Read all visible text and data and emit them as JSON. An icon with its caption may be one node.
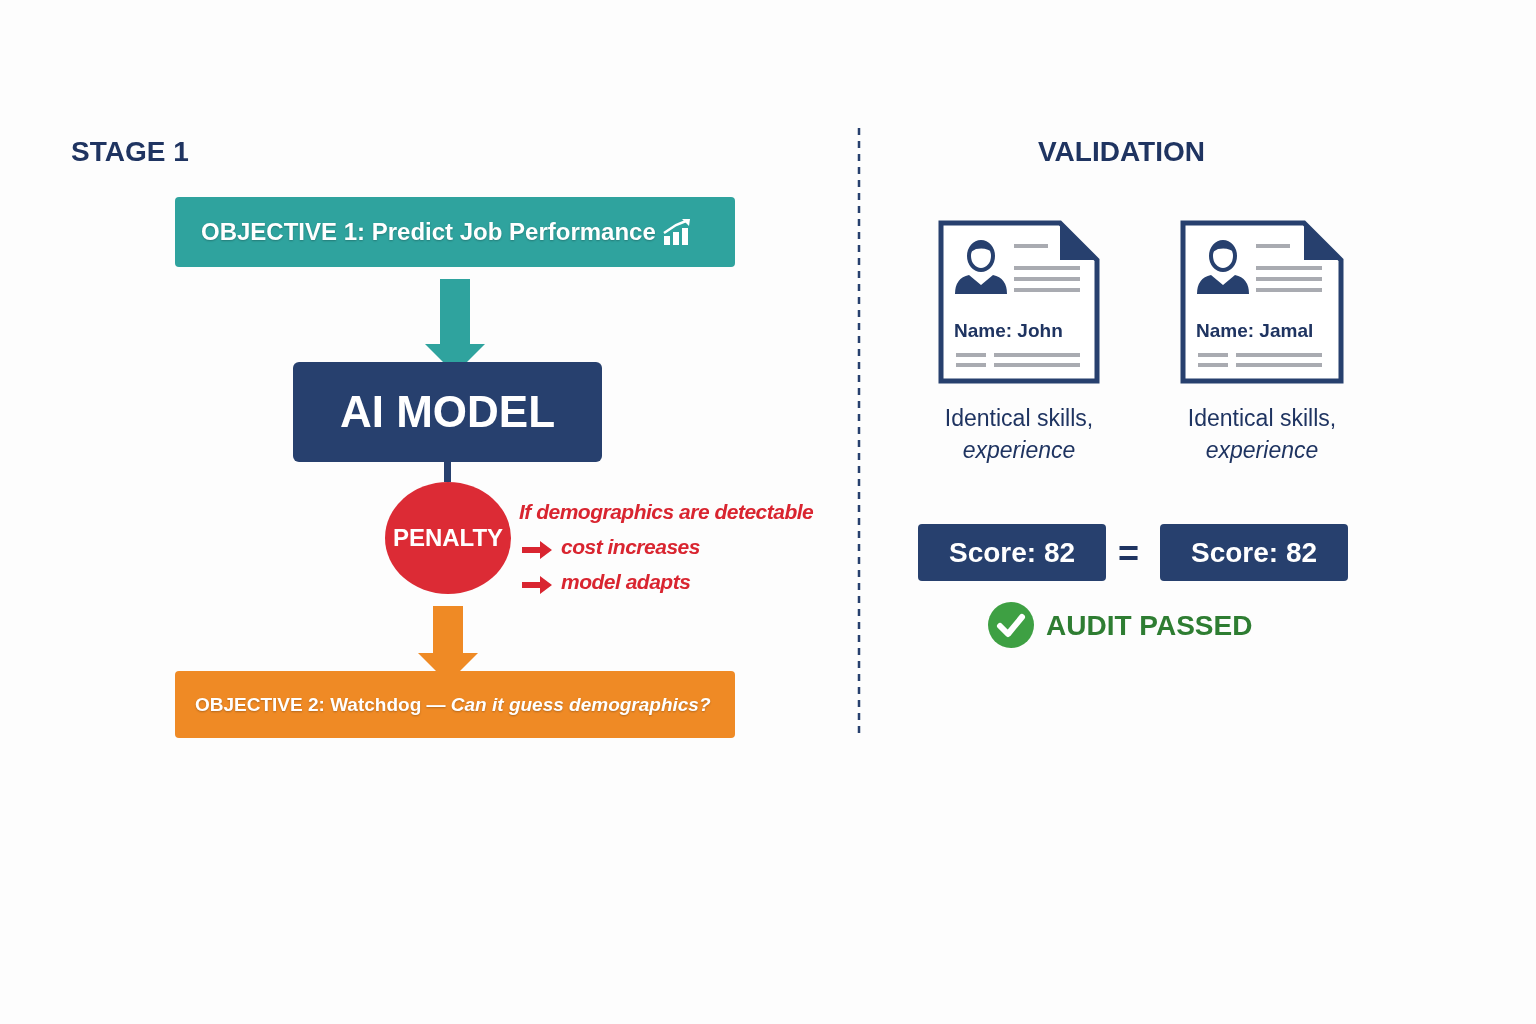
{
  "diagram": {
    "nodes": [
      {
        "text": [
          "OBJECTIVE 1: Predict Job Performance"
        ]
      },
      {
        "text": [
          "AI MODEL"
        ]
      },
      {
        "text": [
          "PENALTY"
        ],
        "beside": [
          "If demographics are detectable",
          "cost increases",
          "model adapts"
        ]
      },
      {
        "text": [
          "OBJECTIVE 2: Watchdog — *Can it guess demographics?*"
        ]
      },
      {
        "text": [
          "Name: John"
        ],
        "beside": [
          "Identical skills, *experience*"
        ]
      },
      {
        "text": [
          "Name: Jamal"
        ],
        "beside": [
          "Identical skills, *experience*"
        ]
      },
      {
        "text": [
          "Score: 82"
        ]
      },
      {
        "text": [
          "Score: 82"
        ]
      }
    ],
    "edges": [
      {
        "from": 0,
        "to": 1,
        "arrow": "to",
        "color": "#2fa39e"
      },
      {
        "from": 1,
        "to": 2,
        "arrow": "none",
        "color": "#27406e"
      },
      {
        "from": 2,
        "to": 3,
        "arrow": "to",
        "color": "#ef8a25"
      }
    ],
    "labels": [
      "STAGE 1",
      "VALIDATION",
      "=",
      "AUDIT PASSED"
    ]
  }
}
